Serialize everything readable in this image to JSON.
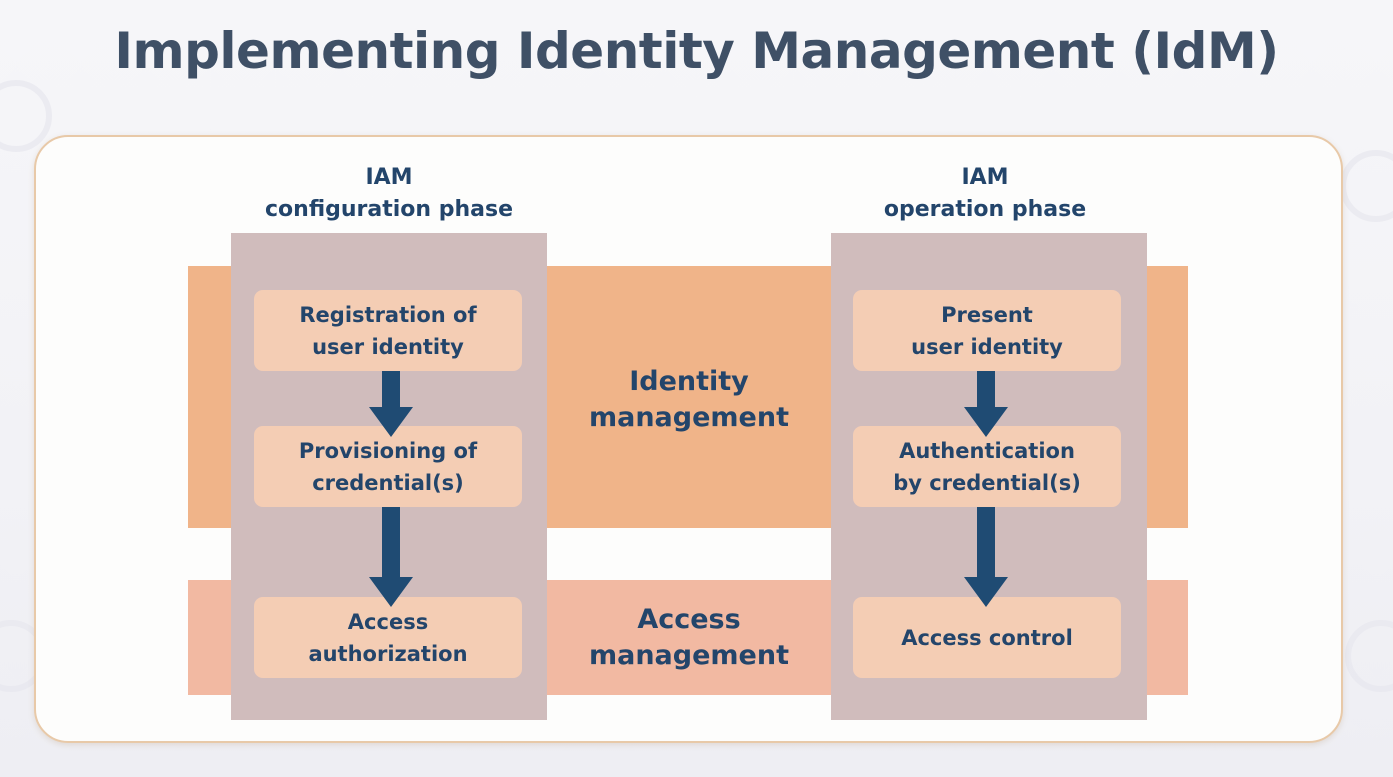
{
  "title": "Implementing Identity Management (IdM)",
  "columns": {
    "configuration": {
      "header_line1": "IAM",
      "header_line2": "configuration phase",
      "steps": [
        {
          "line1": "Registration of",
          "line2": "user identity"
        },
        {
          "line1": "Provisioning of",
          "line2": "credential(s)"
        },
        {
          "line1": "Access",
          "line2": "authorization"
        }
      ]
    },
    "operation": {
      "header_line1": "IAM",
      "header_line2": "operation phase",
      "steps": [
        {
          "line1": "Present",
          "line2": "user identity"
        },
        {
          "line1": "Authentication",
          "line2": "by credential(s)"
        },
        {
          "line1": "Access control",
          "line2": ""
        }
      ]
    }
  },
  "bands": {
    "identity": {
      "line1": "Identity",
      "line2": "management"
    },
    "access": {
      "line1": "Access",
      "line2": "management"
    }
  },
  "colors": {
    "title": "#3f5066",
    "text": "#23456b",
    "arrow": "#1f4b73",
    "identity_band": "#f0b489",
    "access_band": "#f2b9a2",
    "column": "#d0bcbc",
    "step_box": "#f4cdb4",
    "card_border": "#e8c9a8"
  }
}
